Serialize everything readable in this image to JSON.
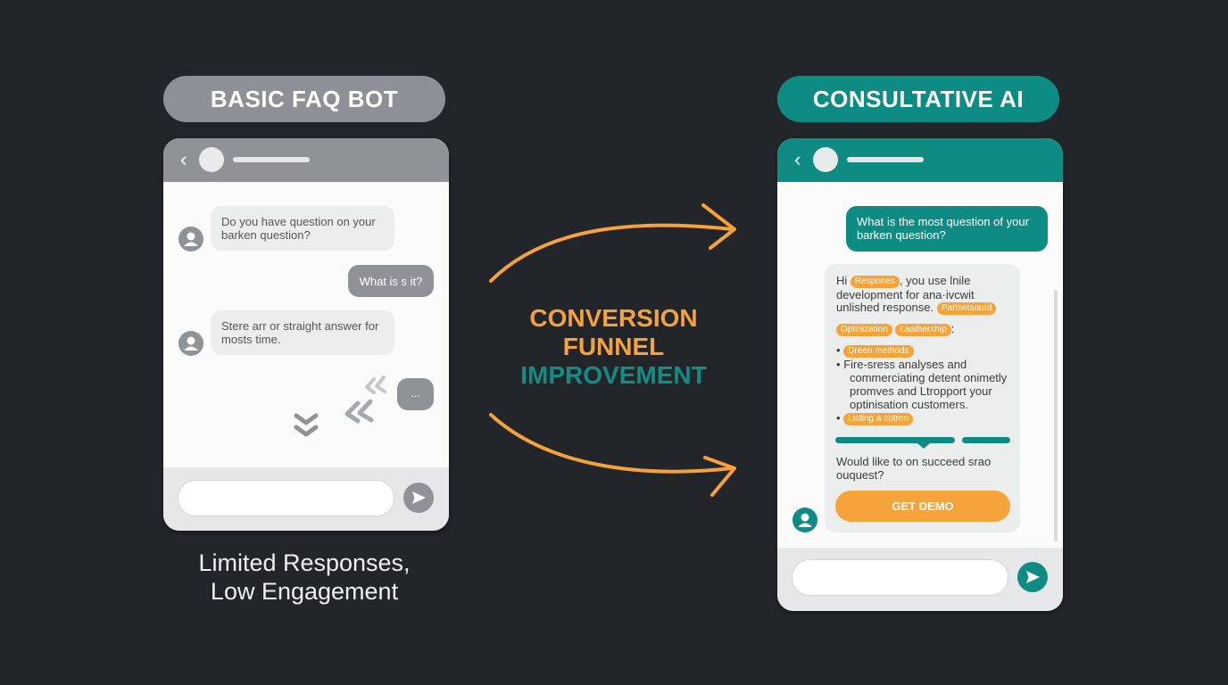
{
  "left": {
    "title": "BASIC FAQ BOT",
    "messages": [
      {
        "from": "bot",
        "text": "Do you have question on your barken question?"
      },
      {
        "from": "user",
        "text": "What is s it?"
      },
      {
        "from": "bot",
        "text": "Stere arr or straight answer for mosts time."
      },
      {
        "from": "user",
        "text": "..."
      }
    ],
    "caption_line1": "Limited Responses,",
    "caption_line2": "Low Engagement"
  },
  "center": {
    "line1": "CONVERSION",
    "line2": "FUNNEL",
    "line3": "IMPROVEMENT"
  },
  "right": {
    "title": "CONSULTATIVE AI",
    "user_message": "What is the most question of your barken question?",
    "response": {
      "hi": "Hi",
      "tag_responses": "Respones",
      "text1": ", you use lnile",
      "text2": "development for ana·ivcwit",
      "text3": "unlished response.",
      "tag_parts": "Partsetsourd",
      "tag_optimization": "Optinization",
      "tag_leadership": "Laathership",
      "colon": ":",
      "bullet1_tag": "Dreen methods",
      "bullet2_line1": "Fire-sress analyses and",
      "bullet2_line2": "commerciating detent onimetly",
      "bullet2_line3": "promves and Ltropport your",
      "bullet2_line4": "optinisation customers.",
      "bullet3_tag": "Listing a cotron",
      "question_line1": "Would like to on succeed srao",
      "question_line2": "ouquest?",
      "cta": "GET DEMO"
    }
  },
  "colors": {
    "background": "#22252a",
    "gray": "#8f9297",
    "teal": "#0e8c83",
    "orange": "#f6a33c"
  }
}
